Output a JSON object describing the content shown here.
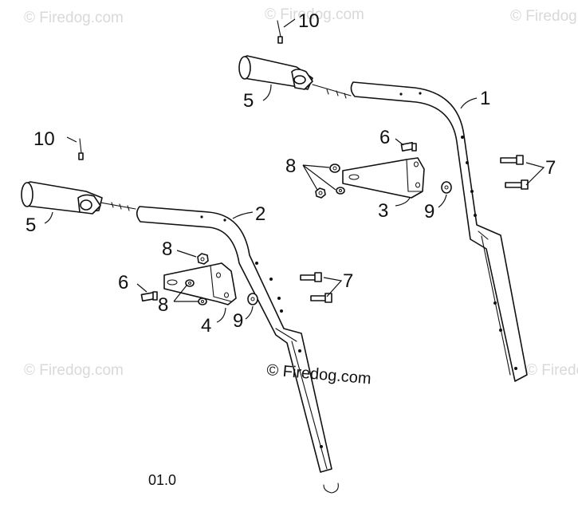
{
  "callouts": {
    "c10_top": "10",
    "c10_left": "10",
    "c5_top": "5",
    "c5_left": "5",
    "c1": "1",
    "c2": "2",
    "c3": "3",
    "c4": "4",
    "c6_right": "6",
    "c6_left": "6",
    "c7_right": "7",
    "c7_left": "7",
    "c8_right": "8",
    "c8_left_top": "8",
    "c8_left_bottom": "8",
    "c9_right": "9",
    "c9_left": "9"
  },
  "watermark": {
    "main": "© Firedog.com",
    "faint": "© Firedog.com"
  },
  "diagram_code": "01.0"
}
